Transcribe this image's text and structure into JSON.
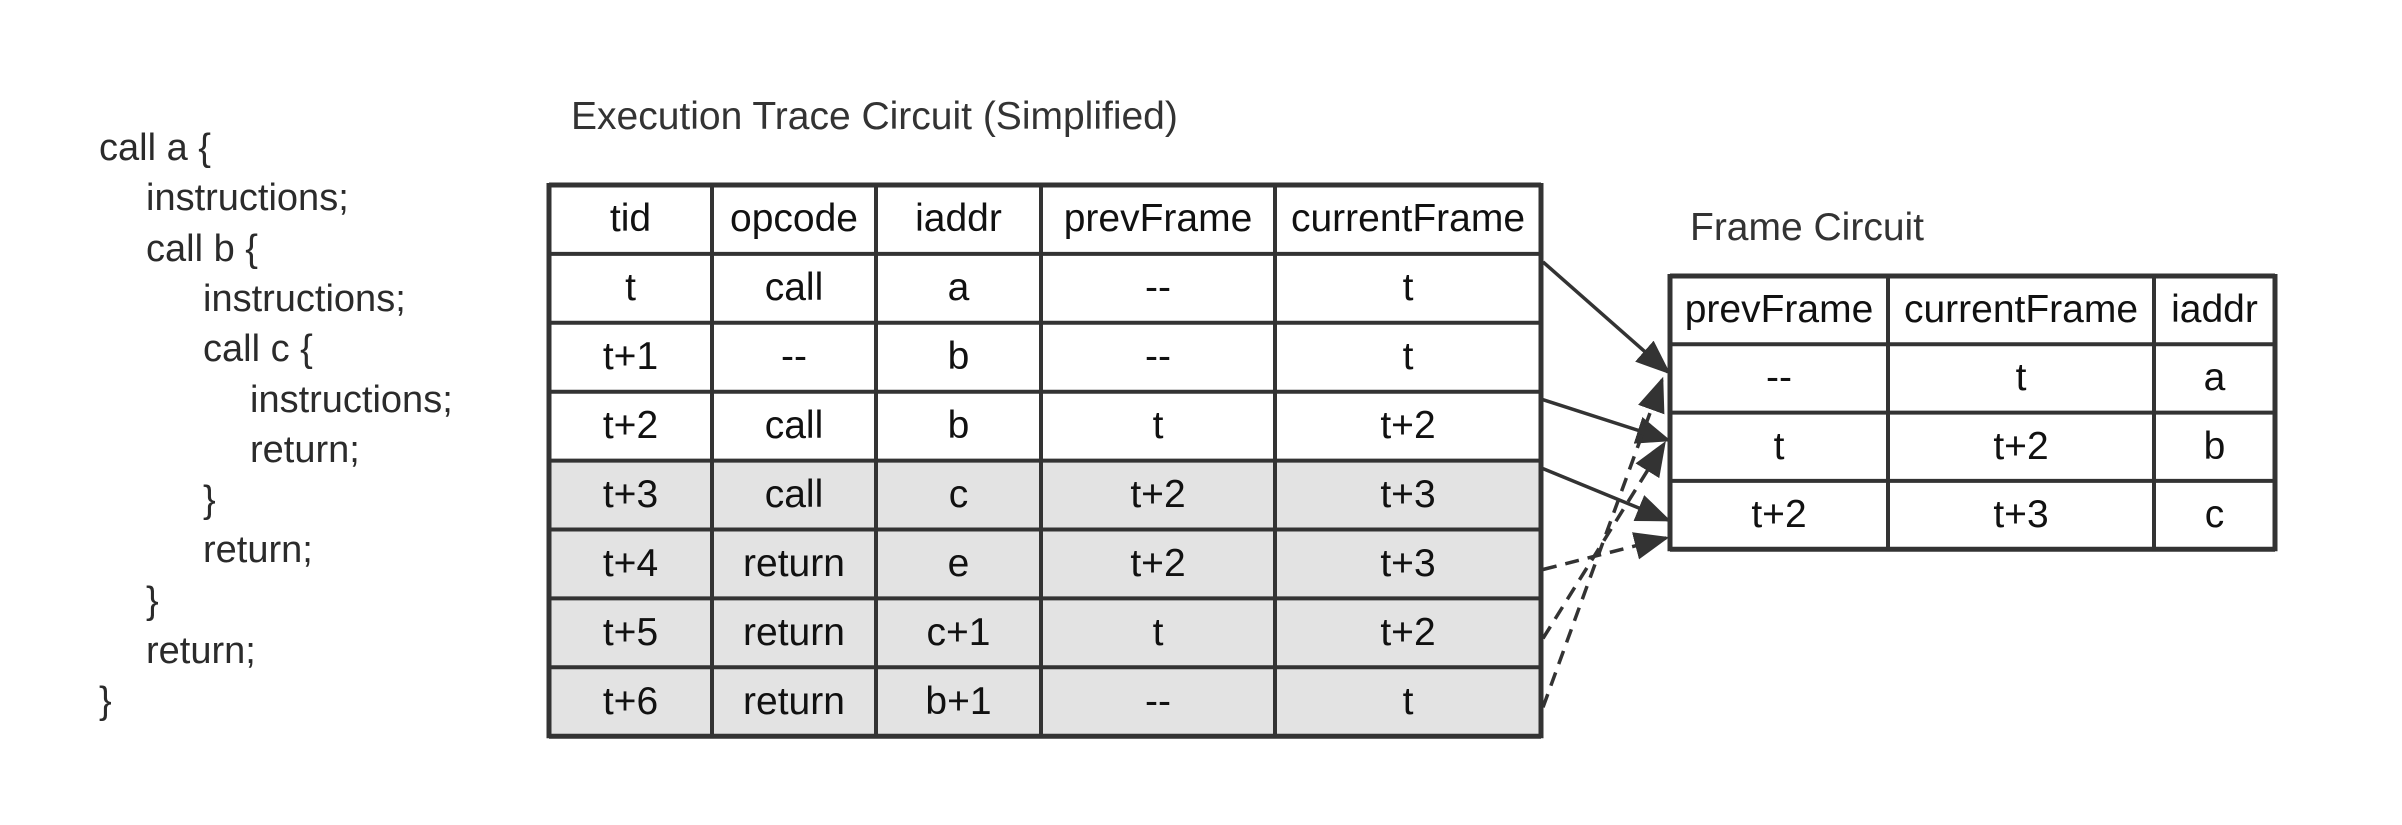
{
  "code_lines": [
    {
      "text": "call a {",
      "indent": 0
    },
    {
      "text": "instructions;",
      "indent": 1
    },
    {
      "text": "call b {",
      "indent": 1
    },
    {
      "text": "instructions;",
      "indent": 2
    },
    {
      "text": "call c {",
      "indent": 2
    },
    {
      "text": "instructions;",
      "indent": 3
    },
    {
      "text": "return;",
      "indent": 3
    },
    {
      "text": "}",
      "indent": 2
    },
    {
      "text": "return;",
      "indent": 2
    },
    {
      "text": "}",
      "indent": 1
    },
    {
      "text": "return;",
      "indent": 1
    },
    {
      "text": "}",
      "indent": 0
    }
  ],
  "trace_table": {
    "title": "Execution Trace Circuit (Simplified)",
    "headers": [
      "tid",
      "opcode",
      "iaddr",
      "prevFrame",
      "currentFrame"
    ],
    "rows": [
      {
        "cells": [
          "t",
          "call",
          "a",
          "--",
          "t"
        ],
        "shaded": false
      },
      {
        "cells": [
          "t+1",
          "--",
          "b",
          "--",
          "t"
        ],
        "shaded": false
      },
      {
        "cells": [
          "t+2",
          "call",
          "b",
          "t",
          "t+2"
        ],
        "shaded": false
      },
      {
        "cells": [
          "t+3",
          "call",
          "c",
          "t+2",
          "t+3"
        ],
        "shaded": true
      },
      {
        "cells": [
          "t+4",
          "return",
          "e",
          "t+2",
          "t+3"
        ],
        "shaded": true
      },
      {
        "cells": [
          "t+5",
          "return",
          "c+1",
          "t",
          "t+2"
        ],
        "shaded": true
      },
      {
        "cells": [
          "t+6",
          "return",
          "b+1",
          "--",
          "t"
        ],
        "shaded": true
      }
    ]
  },
  "frame_table": {
    "title": "Frame Circuit",
    "headers": [
      "prevFrame",
      "currentFrame",
      "iaddr"
    ],
    "rows": [
      [
        "--",
        "t",
        "a"
      ],
      [
        "t",
        "t+2",
        "b"
      ],
      [
        "t+2",
        "t+3",
        "c"
      ]
    ]
  },
  "arrows": [
    {
      "from_trace_row": 0,
      "to_frame_row": 0,
      "style": "solid"
    },
    {
      "from_trace_row": 2,
      "to_frame_row": 1,
      "style": "solid"
    },
    {
      "from_trace_row": 3,
      "to_frame_row": 2,
      "style": "solid"
    },
    {
      "from_trace_row": 4,
      "to_frame_row": 2,
      "style": "dashed"
    },
    {
      "from_trace_row": 5,
      "to_frame_row": 1,
      "style": "dashed"
    },
    {
      "from_trace_row": 6,
      "to_frame_row": 0,
      "style": "dashed"
    }
  ],
  "colors": {
    "grid": "#333333",
    "shade": "#e3e3e3",
    "arrow": "#333333"
  }
}
